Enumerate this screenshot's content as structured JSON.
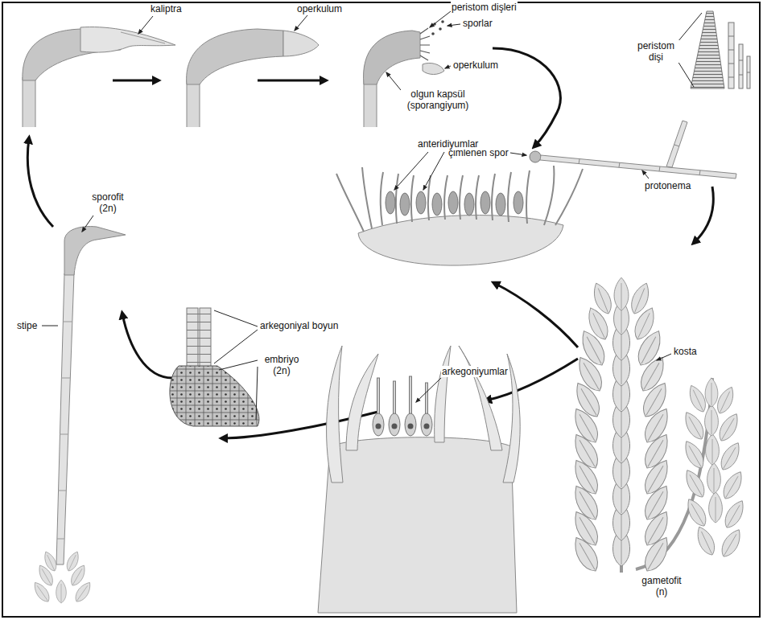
{
  "diagram": {
    "labels": [
      "kaliptra",
      "operkulum",
      "peristom dişleri",
      "sporlar",
      "operkulum",
      "olgun kapsül (sporangiyum)",
      "peristom dişi",
      "çimlenen spor",
      "protonema",
      "anteridiyumlar",
      "sporofit (2n)",
      "stipe",
      "arkegoniyal boyun",
      "embriyo (2n)",
      "kosta",
      "arkegoniyumlar",
      "gametofit (n)"
    ]
  }
}
